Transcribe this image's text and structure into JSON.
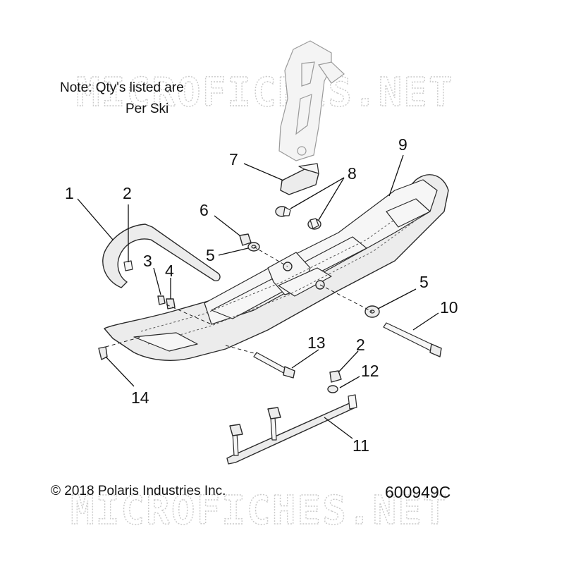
{
  "note": {
    "line1": "Note: Qty's listed are",
    "line2": "Per Ski"
  },
  "callouts": {
    "c1": "1",
    "c2a": "2",
    "c2b": "2",
    "c3": "3",
    "c4": "4",
    "c5a": "5",
    "c5b": "5",
    "c6": "6",
    "c7": "7",
    "c8": "8",
    "c9": "9",
    "c10": "10",
    "c11": "11",
    "c12": "12",
    "c13": "13",
    "c14": "14"
  },
  "copyright": "© 2018 Polaris Industries Inc.",
  "figure_number": "600949C",
  "watermark": "MICROFICHES.NET"
}
